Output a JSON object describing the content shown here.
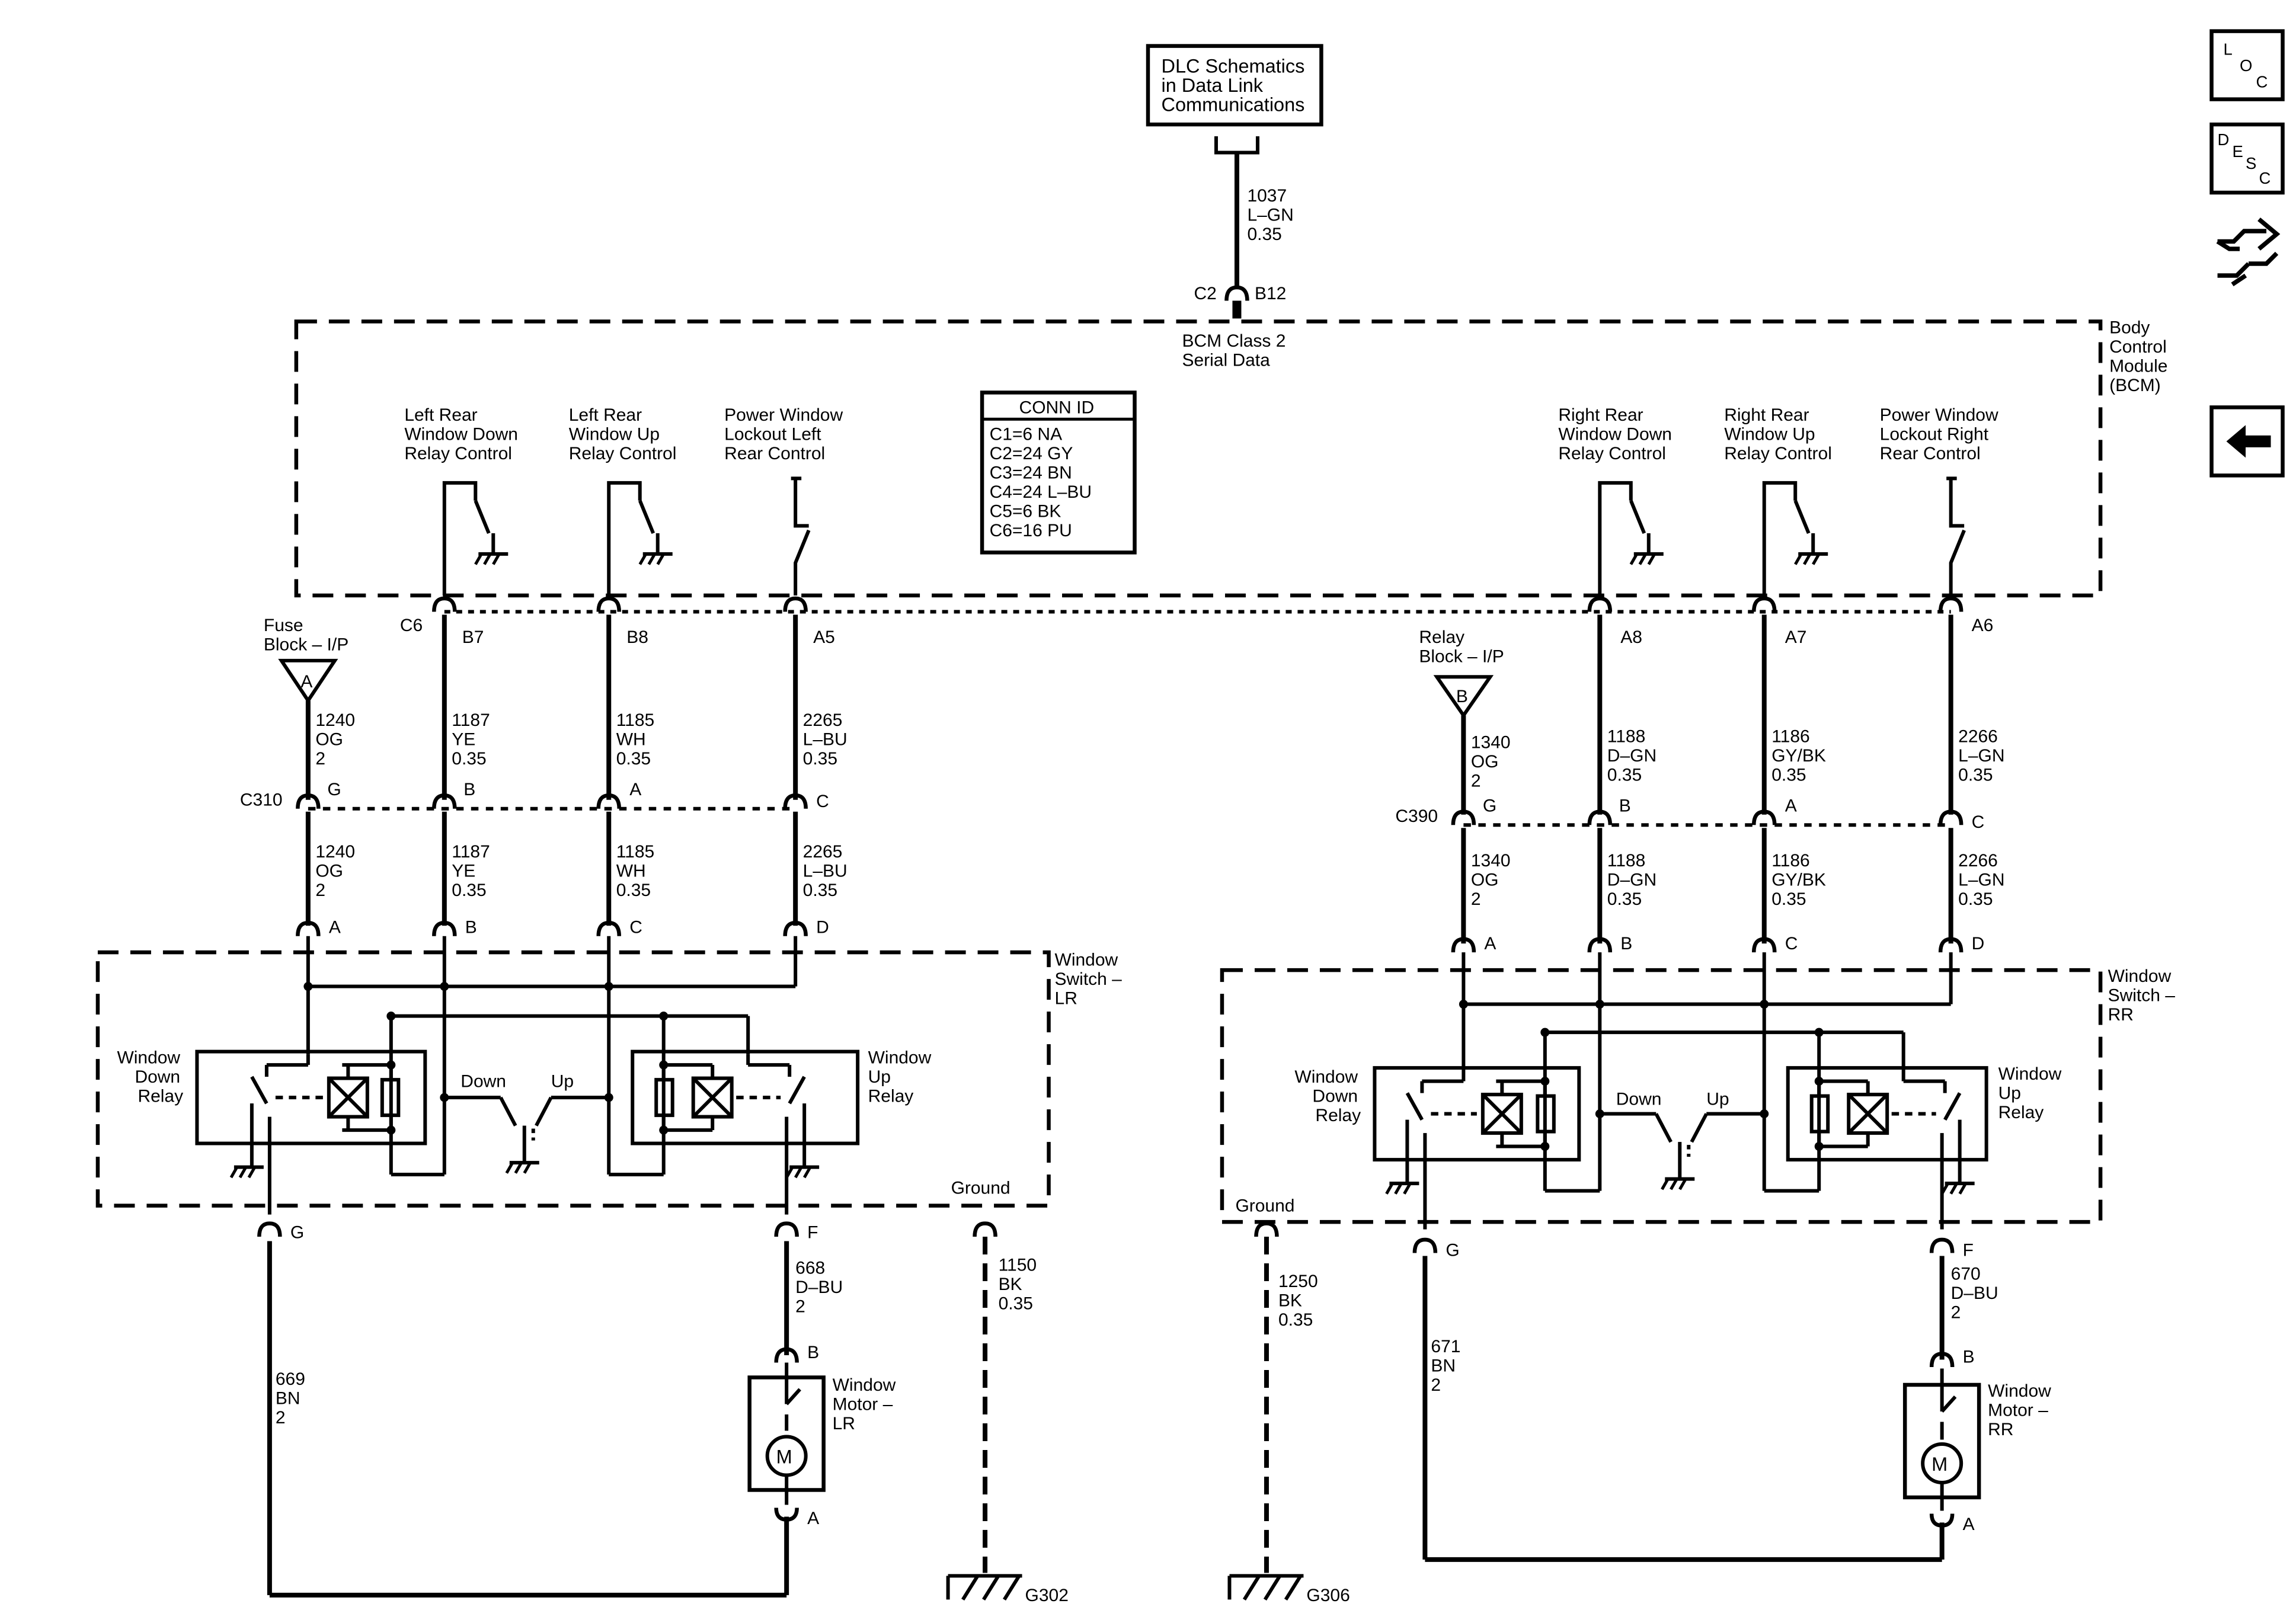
{
  "dlc": {
    "line1": "DLC Schematics",
    "line2": "in Data Link",
    "line3": "Communications"
  },
  "top_wire": {
    "circuit": "1037",
    "color": "L–GN",
    "size": "0.35"
  },
  "top_conn": {
    "left": "C2",
    "right": "B12"
  },
  "bcm": {
    "serial1": "BCM Class 2",
    "serial2": "Serial Data",
    "name1": "Body",
    "name2": "Control",
    "name3": "Module",
    "name4": "(BCM)"
  },
  "conn_id": {
    "title": "CONN ID",
    "rows": [
      "C1=6 NA",
      "C2=24 GY",
      "C3=24 BN",
      "C4=24 L–BU",
      "C5=6 BK",
      "C6=16 PU"
    ]
  },
  "bcm_controls_left": [
    {
      "l1": "Left Rear",
      "l2": "Window Down",
      "l3": "Relay Control",
      "pin": "B7"
    },
    {
      "l1": "Left Rear",
      "l2": "Window Up",
      "l3": "Relay Control",
      "pin": "B8"
    },
    {
      "l1": "Power Window",
      "l2": "Lockout Left",
      "l3": "Rear Control",
      "pin": "A5"
    }
  ],
  "bcm_controls_right": [
    {
      "l1": "Right Rear",
      "l2": "Window Down",
      "l3": "Relay Control",
      "pin": "A8"
    },
    {
      "l1": "Right Rear",
      "l2": "Window Up",
      "l3": "Relay Control",
      "pin": "A7"
    },
    {
      "l1": "Power Window",
      "l2": "Lockout Right",
      "l3": "Rear Control",
      "pin": "A6"
    }
  ],
  "bcm_conn_left": "C6",
  "fuse_block": {
    "l1": "Fuse",
    "l2": "Block – I/P",
    "letter": "A"
  },
  "relay_block": {
    "l1": "Relay",
    "l2": "Block – I/P",
    "letter": "B"
  },
  "left_wires_upper": [
    {
      "circuit": "1240",
      "color": "OG",
      "size": "2"
    },
    {
      "circuit": "1187",
      "color": "YE",
      "size": "0.35"
    },
    {
      "circuit": "1185",
      "color": "WH",
      "size": "0.35"
    },
    {
      "circuit": "2265",
      "color": "L–BU",
      "size": "0.35"
    }
  ],
  "right_wires_upper": [
    {
      "circuit": "1340",
      "color": "OG",
      "size": "2"
    },
    {
      "circuit": "1188",
      "color": "D–GN",
      "size": "0.35"
    },
    {
      "circuit": "1186",
      "color": "GY/BK",
      "size": "0.35"
    },
    {
      "circuit": "2266",
      "color": "L–GN",
      "size": "0.35"
    }
  ],
  "c310": {
    "name": "C310",
    "pins": [
      "G",
      "B",
      "A",
      "C"
    ]
  },
  "c390": {
    "name": "C390",
    "pins": [
      "G",
      "B",
      "A",
      "C"
    ]
  },
  "switch_pins": [
    "A",
    "B",
    "C",
    "D"
  ],
  "switch_lr": {
    "l1": "Window",
    "l2": "Switch –",
    "l3": "LR",
    "down_relay": [
      "Window",
      "Down",
      "Relay"
    ],
    "up_relay": [
      "Window",
      "Up",
      "Relay"
    ],
    "down": "Down",
    "up": "Up",
    "pin_g": "G",
    "pin_f": "F"
  },
  "switch_rr": {
    "l1": "Window",
    "l2": "Switch –",
    "l3": "RR",
    "down_relay": [
      "Window",
      "Down",
      "Relay"
    ],
    "up_relay": [
      "Window",
      "Up",
      "Relay"
    ],
    "down": "Down",
    "up": "Up",
    "pin_g": "G",
    "pin_f": "F"
  },
  "ground_label": "Ground",
  "lr_motor_wire": {
    "circuit": "668",
    "color": "D–BU",
    "size": "2"
  },
  "rr_motor_wire": {
    "circuit": "670",
    "color": "D–BU",
    "size": "2"
  },
  "lr_return_wire": {
    "circuit": "669",
    "color": "BN",
    "size": "2"
  },
  "rr_return_wire": {
    "circuit": "671",
    "color": "BN",
    "size": "2"
  },
  "lr_ground_wire": {
    "circuit": "1150",
    "color": "BK",
    "size": "0.35"
  },
  "rr_ground_wire": {
    "circuit": "1250",
    "color": "BK",
    "size": "0.35"
  },
  "motor_lr": {
    "l1": "Window",
    "l2": "Motor –",
    "l3": "LR",
    "symbol": "M",
    "pin_b": "B",
    "pin_a": "A"
  },
  "motor_rr": {
    "l1": "Window",
    "l2": "Motor –",
    "l3": "RR",
    "symbol": "M",
    "pin_b": "B",
    "pin_a": "A"
  },
  "grounds": [
    "G302",
    "G306"
  ],
  "side_icons": [
    "loc-icon",
    "desc-icon",
    "connector-icon",
    "back-arrow-icon"
  ],
  "loc": {
    "a": "L",
    "b": "O",
    "c": "C"
  },
  "desc": {
    "a": "D",
    "b": "E",
    "c": "S",
    "d": "C"
  }
}
